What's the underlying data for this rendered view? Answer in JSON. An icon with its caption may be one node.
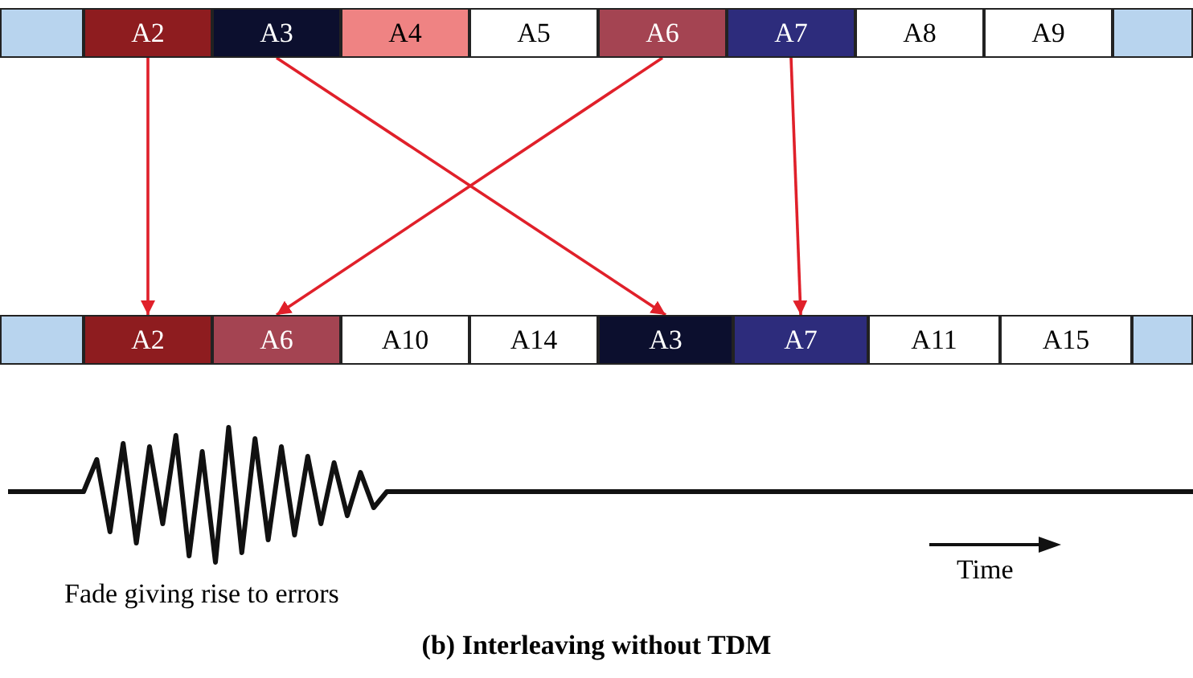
{
  "diagram": {
    "caption": "(b) Interleaving without TDM",
    "nodes": [
      {
        "text": [],
        "shape": "box"
      },
      {
        "text": [
          "A2"
        ]
      },
      {
        "text": [
          "A3"
        ]
      },
      {
        "text": [
          "A4"
        ]
      },
      {
        "text": [
          "A5"
        ]
      },
      {
        "text": [
          "A6"
        ]
      },
      {
        "text": [
          "A7"
        ]
      },
      {
        "text": [
          "A8"
        ]
      },
      {
        "text": [
          "A9"
        ]
      },
      {
        "text": [],
        "shape": "box"
      },
      {
        "text": [],
        "shape": "box"
      },
      {
        "text": [
          "A2"
        ]
      },
      {
        "text": [
          "A6"
        ]
      },
      {
        "text": [
          "A10"
        ]
      },
      {
        "text": [
          "A14"
        ]
      },
      {
        "text": [
          "A3"
        ]
      },
      {
        "text": [
          "A7"
        ]
      },
      {
        "text": [
          "A11"
        ]
      },
      {
        "text": [
          "A15"
        ]
      },
      {
        "text": [],
        "shape": "box"
      }
    ],
    "edges": [
      {
        "from": 1,
        "to": 11,
        "arrow": "to"
      },
      {
        "from": 2,
        "to": 15,
        "arrow": "to"
      },
      {
        "from": 5,
        "to": 12,
        "arrow": "to"
      },
      {
        "from": 6,
        "to": 16,
        "arrow": "to"
      }
    ],
    "labels": [
      "Fade giving rise to errors",
      "Time"
    ]
  }
}
